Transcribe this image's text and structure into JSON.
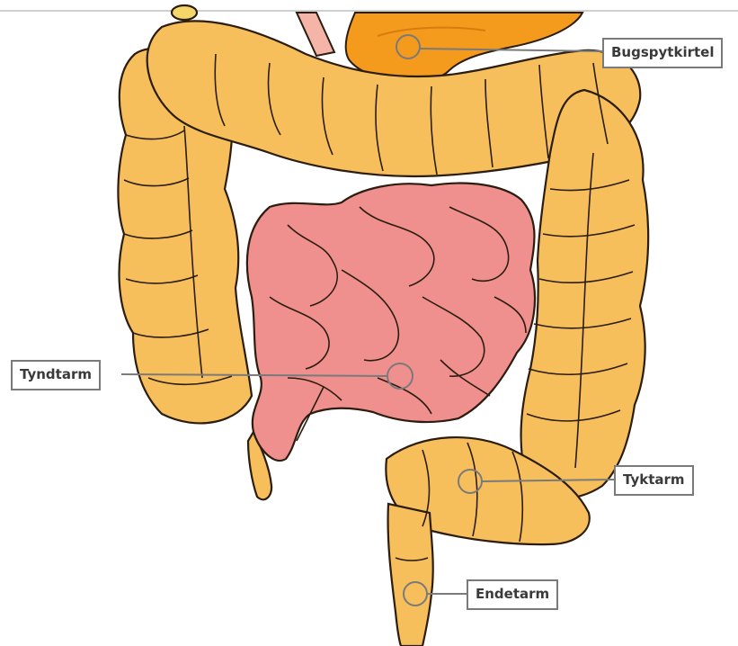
{
  "colors": {
    "large_intestine": "#f7bf5c",
    "small_intestine": "#ef8f8e",
    "pancreas": "#f49a1c",
    "outline": "#2b1d10",
    "leader_line": "#7a7a7a"
  },
  "labels": {
    "pancreas": "Bugspytkirtel",
    "small_intestine": "Tyndtarm",
    "large_intestine": "Tyktarm",
    "rectum": "Endetarm"
  }
}
